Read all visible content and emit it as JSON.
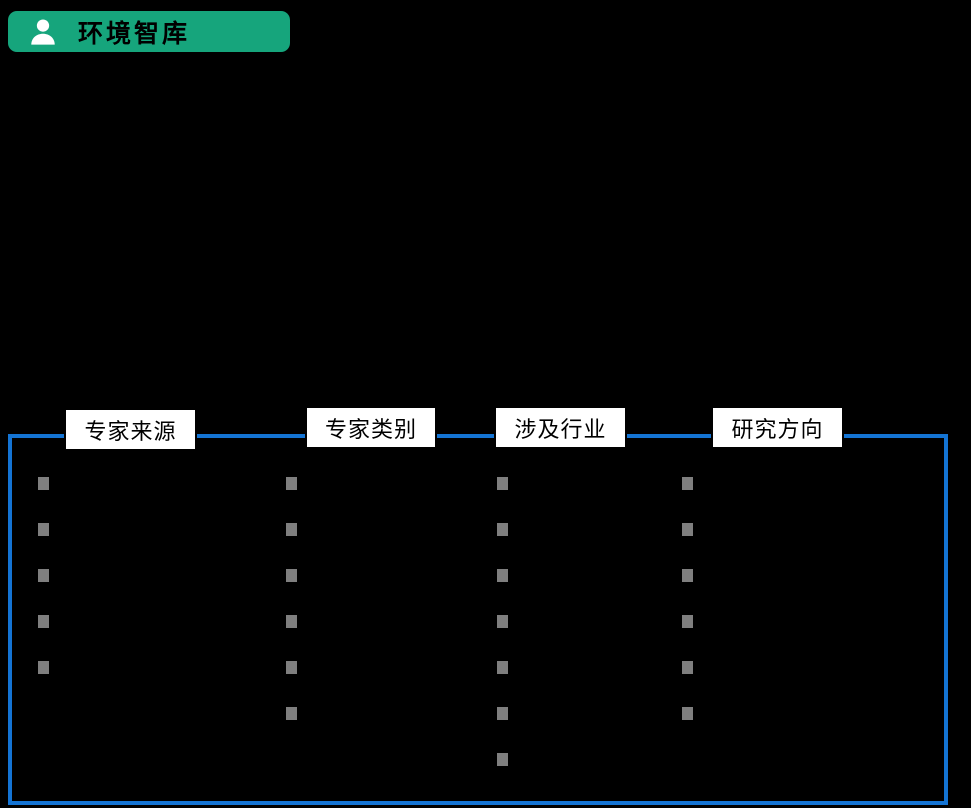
{
  "badge": {
    "label": "环境智库",
    "icon": "person-icon"
  },
  "panel": {
    "columns": [
      {
        "header": "专家来源",
        "bullets": 5
      },
      {
        "header": "专家类别",
        "bullets": 6
      },
      {
        "header": "涉及行业",
        "bullets": 7
      },
      {
        "header": "研究方向",
        "bullets": 6
      }
    ]
  },
  "colors": {
    "background": "#000000",
    "badge_green": "#16A57C",
    "badge_text": "#000000",
    "panel_border_blue": "#1474D4",
    "header_background": "#FFFFFF",
    "header_border": "#000000",
    "bullet_gray": "#7F7F7F"
  }
}
